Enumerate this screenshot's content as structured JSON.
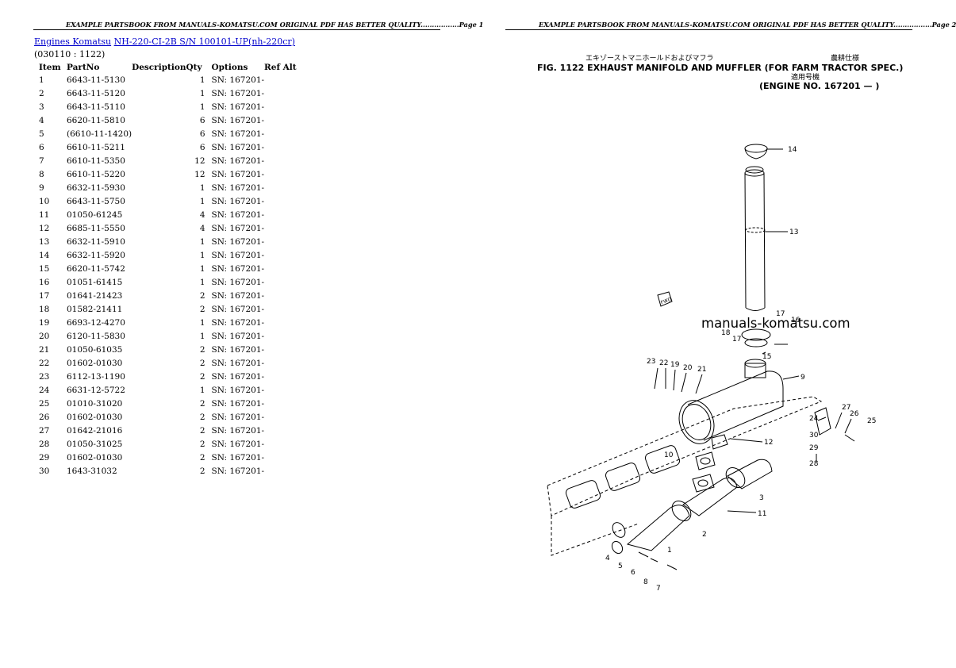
{
  "page1": {
    "header": "EXAMPLE PARTSBOOK FROM MANUALS-KOMATSU.COM ORIGINAL PDF HAS BETTER QUALITY.................Page 1",
    "breadcrumb": {
      "link1": "Engines Komatsu",
      "link2": "NH-220-CI-2B S/N 100101-UP(nh-220cr)"
    },
    "range": "(030110 : 1122)",
    "columns": [
      "Item",
      "PartNo",
      "Description",
      "Qty",
      "Options",
      "Ref Alt"
    ],
    "rows": [
      [
        "1",
        "6643-11-5130",
        "",
        "1",
        "SN: 167201-",
        ""
      ],
      [
        "2",
        "6643-11-5120",
        "",
        "1",
        "SN: 167201-",
        ""
      ],
      [
        "3",
        "6643-11-5110",
        "",
        "1",
        "SN: 167201-",
        ""
      ],
      [
        "4",
        "6620-11-5810",
        "",
        "6",
        "SN: 167201-",
        ""
      ],
      [
        "5",
        "(6610-11-1420)",
        "",
        "6",
        "SN: 167201-",
        ""
      ],
      [
        "6",
        "6610-11-5211",
        "",
        "6",
        "SN: 167201-",
        ""
      ],
      [
        "7",
        "6610-11-5350",
        "",
        "12",
        "SN: 167201-",
        ""
      ],
      [
        "8",
        "6610-11-5220",
        "",
        "12",
        "SN: 167201-",
        ""
      ],
      [
        "9",
        "6632-11-5930",
        "",
        "1",
        "SN: 167201-",
        ""
      ],
      [
        "10",
        "6643-11-5750",
        "",
        "1",
        "SN: 167201-",
        ""
      ],
      [
        "11",
        "01050-61245",
        "",
        "4",
        "SN: 167201-",
        ""
      ],
      [
        "12",
        "6685-11-5550",
        "",
        "4",
        "SN: 167201-",
        ""
      ],
      [
        "13",
        "6632-11-5910",
        "",
        "1",
        "SN: 167201-",
        ""
      ],
      [
        "14",
        "6632-11-5920",
        "",
        "1",
        "SN: 167201-",
        ""
      ],
      [
        "15",
        "6620-11-5742",
        "",
        "1",
        "SN: 167201-",
        ""
      ],
      [
        "16",
        "01051-61415",
        "",
        "1",
        "SN: 167201-",
        ""
      ],
      [
        "17",
        "01641-21423",
        "",
        "2",
        "SN: 167201-",
        ""
      ],
      [
        "18",
        "01582-21411",
        "",
        "2",
        "SN: 167201-",
        ""
      ],
      [
        "19",
        "6693-12-4270",
        "",
        "1",
        "SN: 167201-",
        ""
      ],
      [
        "20",
        "6120-11-5830",
        "",
        "1",
        "SN: 167201-",
        ""
      ],
      [
        "21",
        "01050-61035",
        "",
        "2",
        "SN: 167201-",
        ""
      ],
      [
        "22",
        "01602-01030",
        "",
        "2",
        "SN: 167201-",
        ""
      ],
      [
        "23",
        "6112-13-1190",
        "",
        "2",
        "SN: 167201-",
        ""
      ],
      [
        "24",
        "6631-12-5722",
        "",
        "1",
        "SN: 167201-",
        ""
      ],
      [
        "25",
        "01010-31020",
        "",
        "2",
        "SN: 167201-",
        ""
      ],
      [
        "26",
        "01602-01030",
        "",
        "2",
        "SN: 167201-",
        ""
      ],
      [
        "27",
        "01642-21016",
        "",
        "2",
        "SN: 167201-",
        ""
      ],
      [
        "28",
        "01050-31025",
        "",
        "2",
        "SN: 167201-",
        ""
      ],
      [
        "29",
        "01602-01030",
        "",
        "2",
        "SN: 167201-",
        ""
      ],
      [
        "30",
        "1643-31032",
        "",
        "2",
        "SN: 167201-",
        ""
      ]
    ]
  },
  "page2": {
    "header": "EXAMPLE PARTSBOOK FROM MANUALS-KOMATSU.COM ORIGINAL PDF HAS BETTER QUALITY.................Page 2",
    "fig_jp_title": "エキゾーストマニホールドおよびマフラ",
    "fig_jp_spec": "農耕仕様",
    "fig_title": "FIG. 1122  EXHAUST MANIFOLD AND MUFFLER (FOR FARM TRACTOR SPEC.)",
    "fig_jp_applic": "適用号機",
    "fig_engine": "(ENGINE NO. 167201 — )",
    "watermark": "manuals-komatsu.com",
    "fwd_label": "FWD",
    "callouts": {
      "c1": "1",
      "c2": "2",
      "c3": "3",
      "c4": "4",
      "c5": "5",
      "c6": "6",
      "c7": "7",
      "c8": "8",
      "c9": "9",
      "c10": "10",
      "c11": "11",
      "c12": "12",
      "c13": "13",
      "c14": "14",
      "c15": "15",
      "c16": "16",
      "c17a": "17",
      "c17b": "17",
      "c18": "18",
      "c19": "19",
      "c20": "20",
      "c21": "21",
      "c22": "22",
      "c23": "23",
      "c24": "24",
      "c25": "25",
      "c26": "26",
      "c27": "27",
      "c28": "28",
      "c29": "29",
      "c30": "30"
    }
  }
}
